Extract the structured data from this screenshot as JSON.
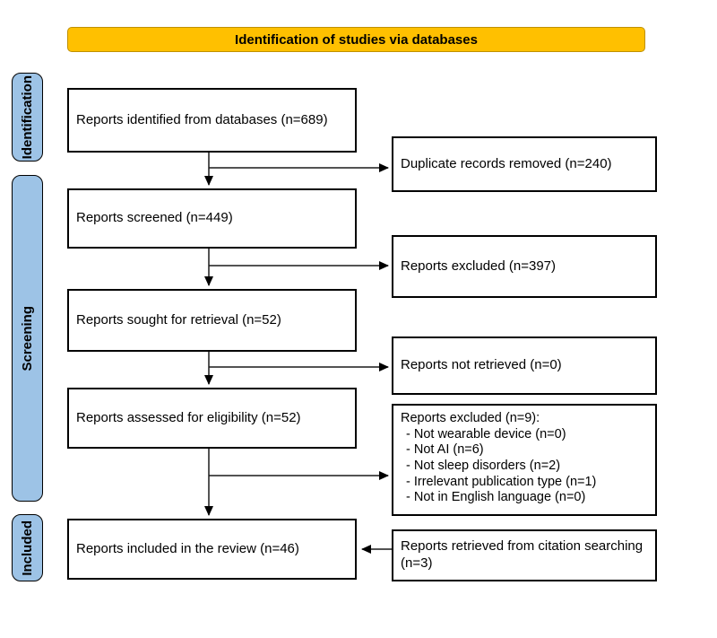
{
  "banner": {
    "title": "Identification of studies via databases"
  },
  "colors": {
    "banner_bg": "#FFC000",
    "banner_border": "#BF9000",
    "stage_bg": "#9DC3E6",
    "box_border": "#000000",
    "arrow": "#1a1a1a"
  },
  "stages": [
    {
      "label": "Identification"
    },
    {
      "label": "Screening"
    },
    {
      "label": "Included"
    }
  ],
  "flow": {
    "main_boxes": [
      {
        "label": "Reports identified from databases (n=689)"
      },
      {
        "label": "Reports screened (n=449)"
      },
      {
        "label": "Reports sought for retrieval (n=52)"
      },
      {
        "label": "Reports assessed for eligibility (n=52)"
      },
      {
        "label": "Reports included in the review (n=46)"
      }
    ],
    "side_boxes": [
      {
        "label": "Duplicate records removed (n=240)"
      },
      {
        "label": "Reports excluded (n=397)"
      },
      {
        "label": "Reports not retrieved (n=0)"
      },
      {
        "title": "Reports excluded (n=9):",
        "items": [
          "- Not wearable device (n=0)",
          "- Not AI (n=6)",
          "- Not sleep disorders (n=2)",
          "- Irrelevant publication type (n=1)",
          "- Not in English language (n=0)"
        ]
      },
      {
        "label": "Reports retrieved from citation searching (n=3)"
      }
    ]
  }
}
